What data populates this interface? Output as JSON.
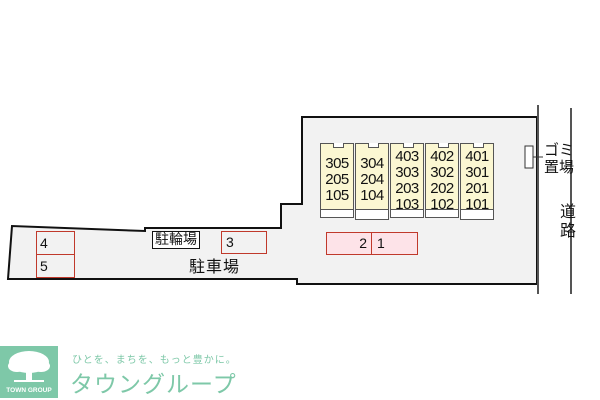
{
  "map": {
    "units": [
      {
        "col": 1,
        "numbers": [
          "305",
          "205",
          "105"
        ]
      },
      {
        "col": 2,
        "numbers": [
          "304",
          "204",
          "104"
        ]
      },
      {
        "col": 3,
        "numbers": [
          "403",
          "303",
          "203",
          "103"
        ]
      },
      {
        "col": 4,
        "numbers": [
          "402",
          "302",
          "202",
          "102"
        ]
      },
      {
        "col": 5,
        "numbers": [
          "401",
          "301",
          "201",
          "101"
        ]
      }
    ],
    "parking_spaces": [
      "1",
      "2",
      "3",
      "4",
      "5"
    ],
    "labels": {
      "bicycle_parking": "駐輪場",
      "parking_lot": "駐車場",
      "garbage_line1": "ゴミ",
      "garbage_line2": "置場",
      "road_line1": "道",
      "road_line2": "路"
    },
    "colors": {
      "lot_fill": "#f2f2f2",
      "unit_fill": "#fbf7d2",
      "parking_border": "#c0392b",
      "parking_fill_highlight": "#fde3e8",
      "brand": "#7ec8a8"
    }
  },
  "branding": {
    "logo_text": "TOWN GROUP",
    "tagline": "ひとを、まちを、もっと豊かに。",
    "company_name": "タウングループ"
  }
}
